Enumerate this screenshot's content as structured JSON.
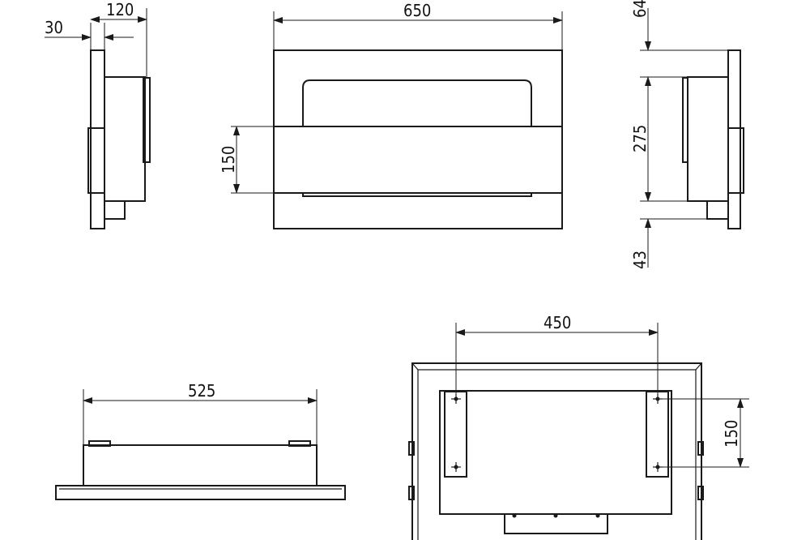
{
  "dimensions": {
    "side_left_top": "120",
    "side_left_depth": "30",
    "front_width": "650",
    "front_opening_height": "150",
    "side_right_top_offset": "64",
    "side_right_height": "275",
    "side_right_bottom": "43",
    "top_view_width": "525",
    "back_bracket_spacing": "450",
    "back_hole_vertical": "150"
  }
}
